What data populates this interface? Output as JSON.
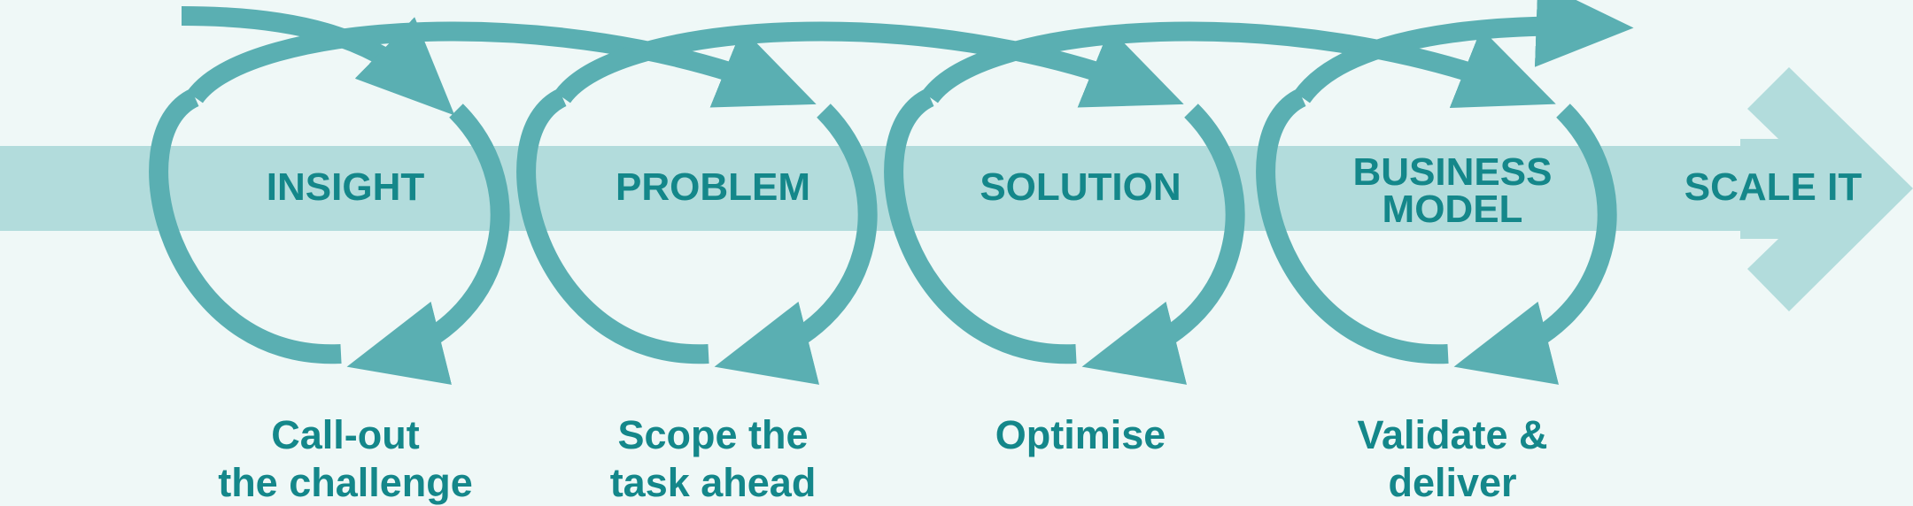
{
  "colors": {
    "background": "#eff8f7",
    "band": "#b2dcdc",
    "loop": "#5aafb2",
    "text": "#14878a"
  },
  "stages": [
    {
      "name": "insight",
      "label_lines": [
        "INSIGHT"
      ],
      "description_lines": [
        "Call-out",
        "the challenge"
      ]
    },
    {
      "name": "problem",
      "label_lines": [
        "PROBLEM"
      ],
      "description_lines": [
        "Scope the",
        "task ahead"
      ]
    },
    {
      "name": "solution",
      "label_lines": [
        "SOLUTION"
      ],
      "description_lines": [
        "Optimise"
      ]
    },
    {
      "name": "business-model",
      "label_lines": [
        "BUSINESS",
        "MODEL"
      ],
      "description_lines": [
        "Validate &",
        "deliver"
      ]
    }
  ],
  "final_stage": {
    "label": "SCALE IT"
  }
}
